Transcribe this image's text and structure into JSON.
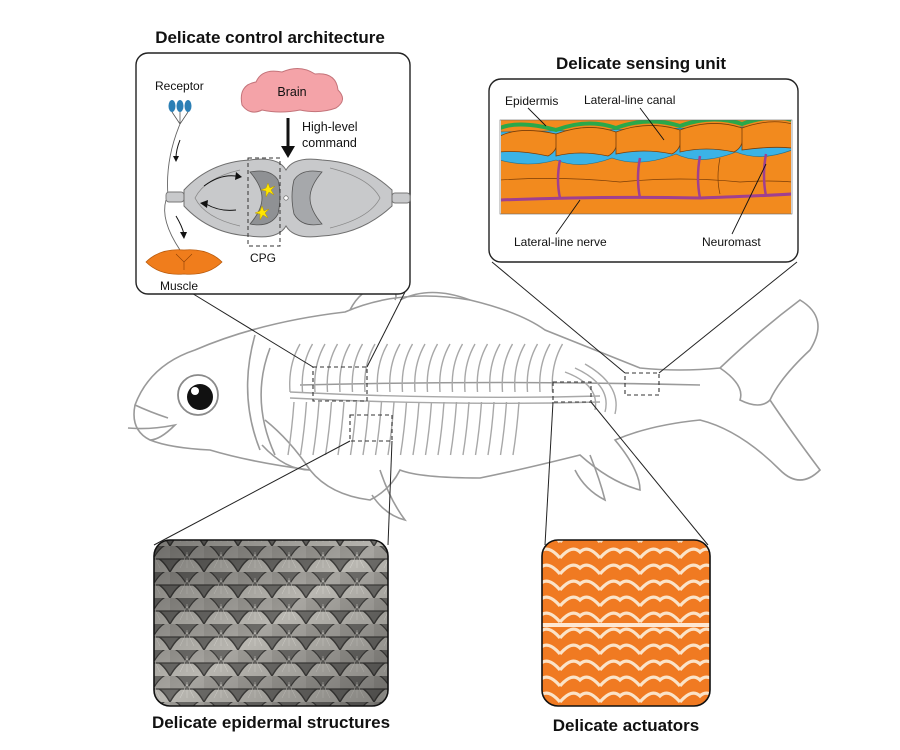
{
  "control_panel": {
    "title": "Delicate control architecture",
    "receptor_label": "Receptor",
    "brain_label": "Brain",
    "command_label_line1": "High-level",
    "command_label_line2": "command",
    "cpg_label": "CPG",
    "muscle_label": "Muscle",
    "colors": {
      "brain": "#f4a3a8",
      "cord": "#c8c9cb",
      "gray_matter": "#8f9194",
      "receptor": "#2b7fb5",
      "muscle": "#f07d1c",
      "spark": "#ffe600"
    }
  },
  "sensing_panel": {
    "title": "Delicate sensing unit",
    "epidermis_label": "Epidermis",
    "canal_label": "Lateral-line canal",
    "nerve_label": "Lateral-line nerve",
    "neuromast_label": "Neuromast",
    "colors": {
      "epidermis": "#2aa84a",
      "canal": "#3bb3e6",
      "tissue": "#f28a1e",
      "nerve": "#a0408f"
    }
  },
  "epidermal_panel": {
    "title": "Delicate epidermal structures",
    "image": "fish-scales-photo"
  },
  "actuator_panel": {
    "title": "Delicate actuators",
    "image": "fish-muscle-photo"
  },
  "fish": {
    "image": "fish-skeleton-outline"
  }
}
